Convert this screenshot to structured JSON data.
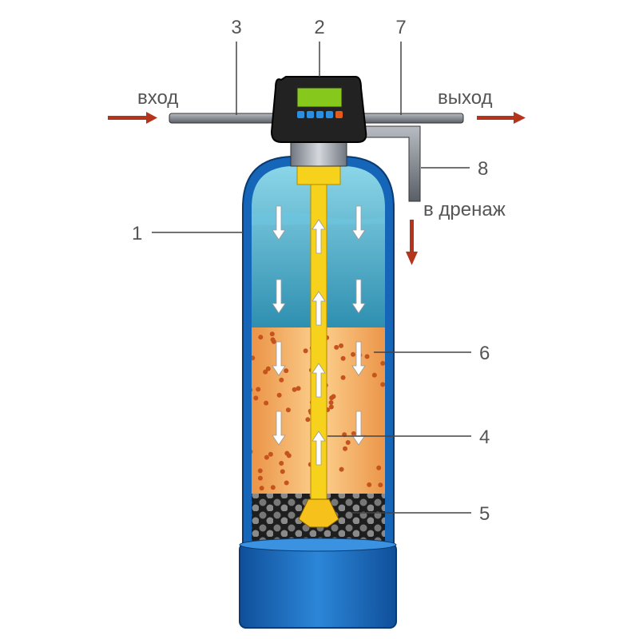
{
  "labels": {
    "inlet": "вход",
    "outlet": "выход",
    "drain": "в дренаж",
    "n1": "1",
    "n2": "2",
    "n3": "3",
    "n4": "4",
    "n5": "5",
    "n6": "6",
    "n7": "7",
    "n8": "8"
  },
  "colors": {
    "water": "#3aa6c4",
    "media": "#f4a85a",
    "gravel": "#2a2a2a",
    "riser": "#f7d21c",
    "tank_shell": "#1565b8",
    "arrow_flow": "#b5341c"
  }
}
